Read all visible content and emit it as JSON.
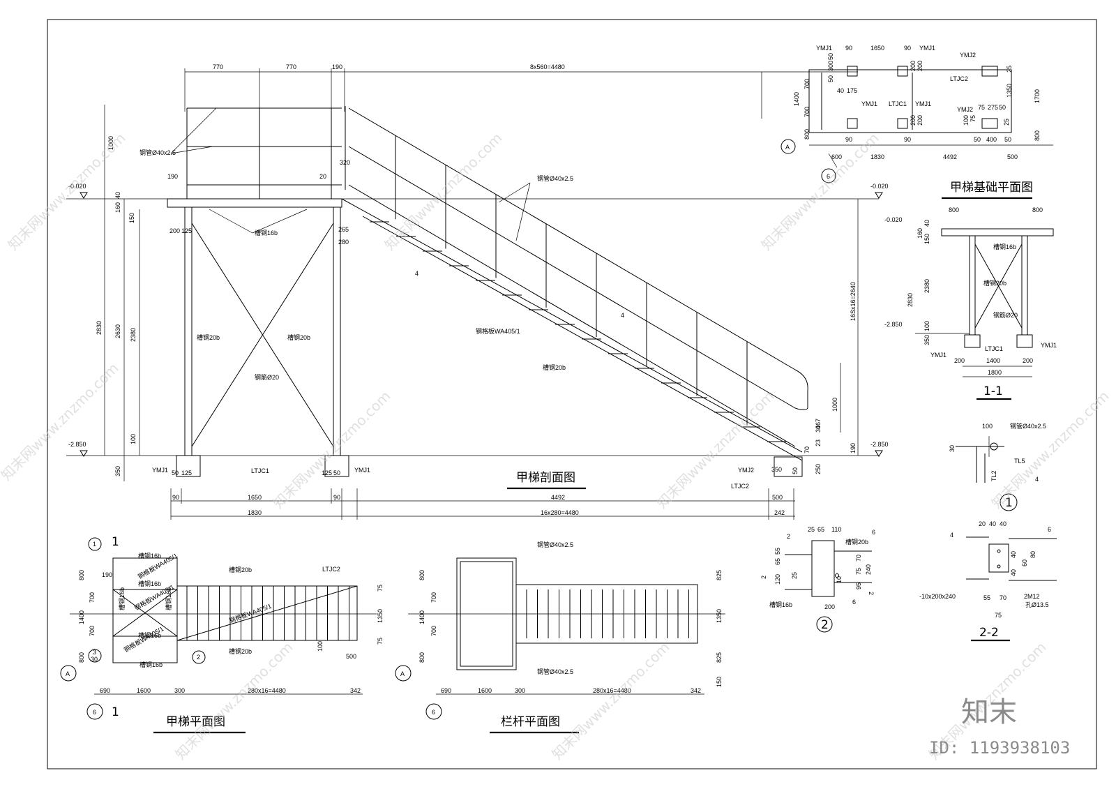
{
  "titles": {
    "section": "甲梯剖面图",
    "foundation": "甲梯基础平面图",
    "plan": "甲梯平面图",
    "railing": "栏杆平面图",
    "s11": "1-1",
    "s22": "2-2",
    "d1": "1",
    "d2": "2"
  },
  "section": {
    "top_dims": [
      "770",
      "770",
      "190",
      "8x560=4480"
    ],
    "elev": [
      "-0.020",
      "-0.020",
      "-2.850",
      "-2.850"
    ],
    "left_dims": [
      "1000",
      "40",
      "160",
      "150",
      "2830",
      "2630",
      "2380",
      "100",
      "350"
    ],
    "labels": [
      "钢管Ø40x2.5",
      "钢管Ø40x2.5",
      "槽钢16b",
      "槽钢20b",
      "槽钢20b",
      "钢筋Ø20",
      "钢格板WA405/1",
      "槽钢20b",
      "YMJ1",
      "YMJ1",
      "YMJ2",
      "LTJC1",
      "LTJC2",
      "4",
      "4"
    ],
    "small_dims": [
      "190",
      "20",
      "320",
      "200",
      "125",
      "265",
      "280",
      "50",
      "125",
      "125",
      "50",
      "350",
      "50",
      "70",
      "250",
      "190",
      "23",
      "30",
      "467",
      "1000",
      "16Sx16=2640"
    ],
    "bottom_dims": [
      "90",
      "1650",
      "90",
      "4492",
      "500",
      "1830",
      "16x280=4480",
      "242"
    ]
  },
  "foundation": {
    "labels": [
      "YMJ1",
      "YMJ1",
      "YMJ1",
      "YMJ1",
      "YMJ2",
      "YMJ2",
      "LTJC1",
      "LTJC2"
    ],
    "dims": [
      "90",
      "1650",
      "90",
      "50",
      "300",
      "50",
      "40",
      "175",
      "200",
      "200",
      "200",
      "200",
      "700",
      "1400",
      "700",
      "800",
      "25",
      "1350",
      "1700",
      "75",
      "275",
      "50",
      "100",
      "75",
      "25",
      "50",
      "400",
      "50",
      "800",
      "90",
      "90",
      "600",
      "1830",
      "4492",
      "500"
    ],
    "axes": [
      "A",
      "6"
    ]
  },
  "s11": {
    "elev": [
      "-0.020",
      "-2.850"
    ],
    "dims": [
      "800",
      "800",
      "160",
      "40",
      "150",
      "2830",
      "2380",
      "100",
      "350",
      "200",
      "1400",
      "200",
      "1800"
    ],
    "labels": [
      "槽钢16b",
      "槽钢20b",
      "钢筋Ø20",
      "LTJC1",
      "YMJ1",
      "YMJ1"
    ]
  },
  "d1": {
    "labels": [
      "100",
      "钢管Ø40x2.5",
      "30",
      "TL5",
      "TL2",
      "4"
    ]
  },
  "d22": {
    "dims": [
      "20",
      "40",
      "40",
      "40",
      "80",
      "60",
      "40",
      "55",
      "70",
      "75"
    ],
    "labels": [
      "4",
      "6",
      "-10x200x240",
      "2M12",
      "孔Ø13.5"
    ]
  },
  "d2": {
    "dims": [
      "25",
      "65",
      "110",
      "65",
      "55",
      "120",
      "25",
      "70",
      "75",
      "240",
      "95",
      "10",
      "200"
    ],
    "labels": [
      "2",
      "6",
      "槽钢20b",
      "槽钢16b",
      "6",
      "2",
      "2"
    ]
  },
  "plan": {
    "labels": [
      "槽钢16b",
      "钢格板WA405/1",
      "槽钢16b",
      "钢格板WA405/1",
      "槽钢16b",
      "槽钢16b",
      "钢格板WA405/1",
      "槽钢16b",
      "槽钢16b",
      "槽钢20b",
      "钢格板WA405/1",
      "槽钢20b",
      "LTJC2"
    ],
    "dims": [
      "800",
      "700",
      "1400",
      "700",
      "800",
      "190",
      "75",
      "1350",
      "75",
      "100",
      "500",
      "690",
      "1600",
      "300",
      "280x16=4480",
      "342"
    ],
    "axes": [
      "A",
      "6",
      "1",
      "1",
      "1",
      "3",
      "30",
      "2"
    ]
  },
  "railing": {
    "labels": [
      "钢管Ø40x2.5",
      "钢管Ø40x2.5"
    ],
    "dims": [
      "800",
      "700",
      "1400",
      "700",
      "800",
      "825",
      "1350",
      "825",
      "150",
      "690",
      "1600",
      "300",
      "280x16=4480",
      "342"
    ],
    "axes": [
      "A",
      "6"
    ]
  },
  "watermark": [
    "知末网www.znzmo.com",
    "知末网www.znzmo.com",
    "知末网www.znzmo.com",
    "知末网www.znzmo.com",
    "知末网www.znzmo.com",
    "知末网www.znzmo.com",
    "知末网www.znzmo.com",
    "知末网www.znzmo.com",
    "知末网www.znzmo.com",
    "知末网www.znzmo.com"
  ],
  "logo": "知末",
  "id_text": "ID: 1193938103"
}
